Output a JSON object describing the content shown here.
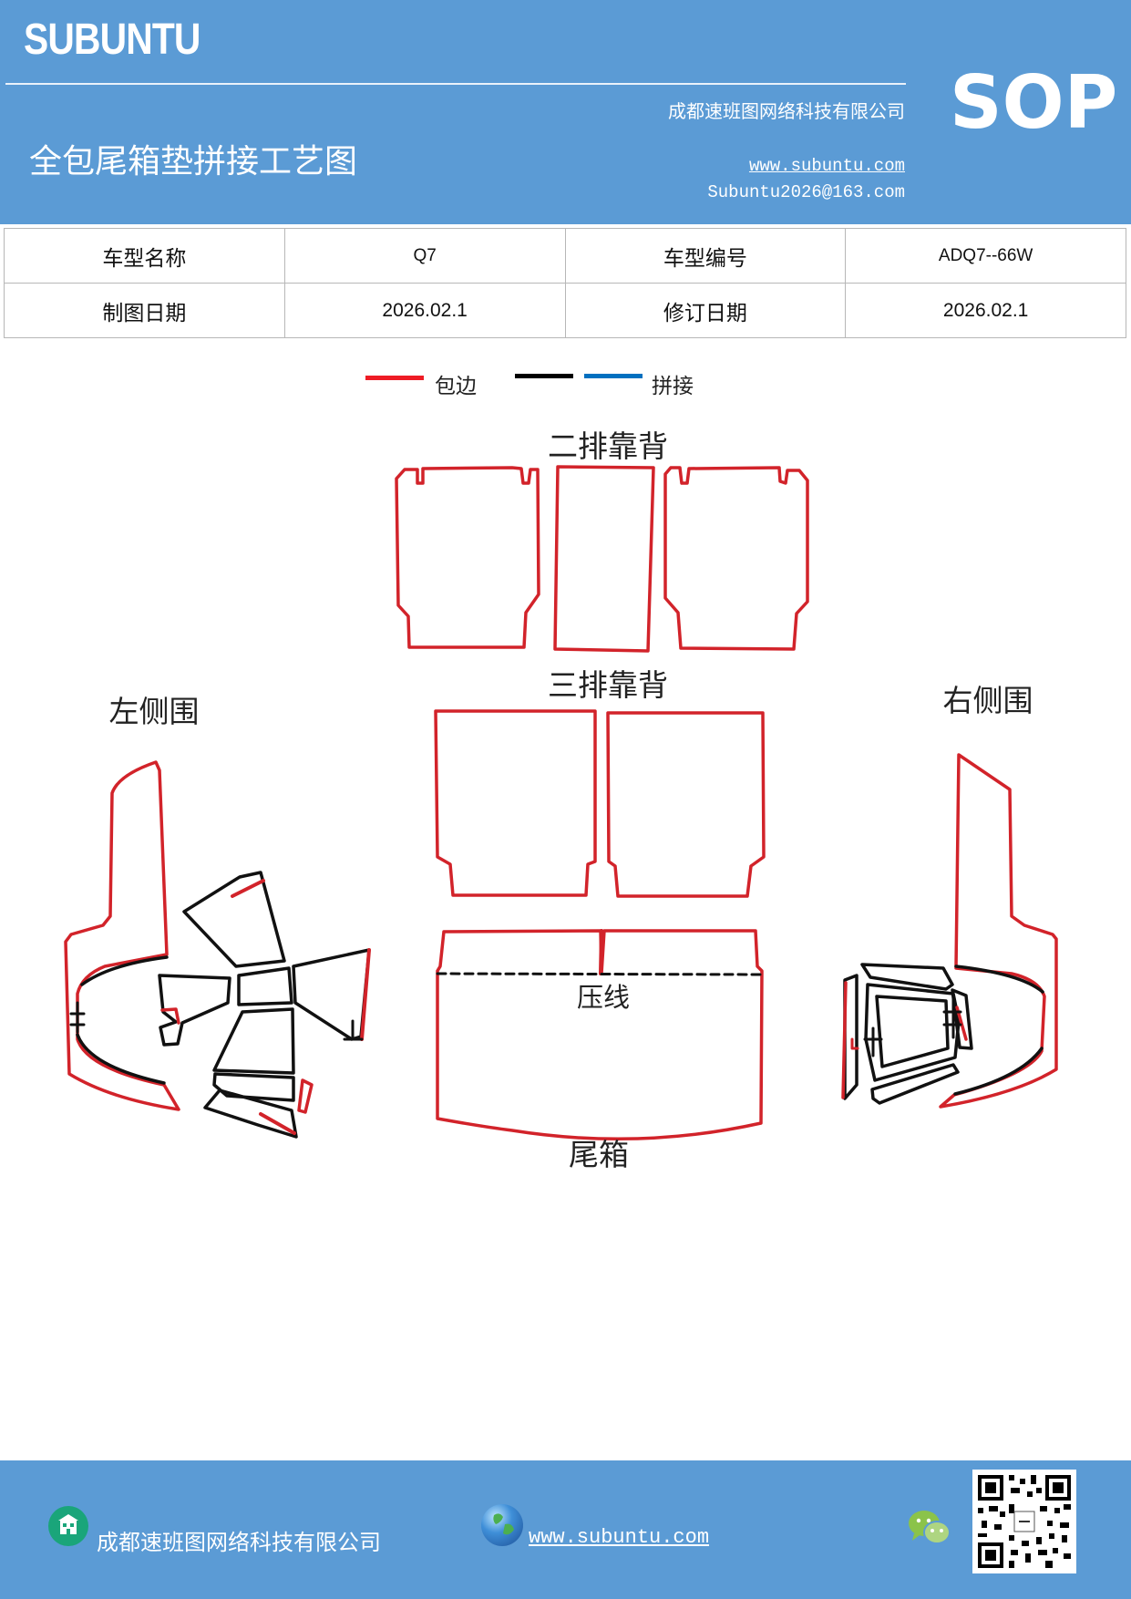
{
  "header": {
    "logo": "SUBUNTU",
    "company": "成都速班图网络科技有限公司",
    "title": "全包尾箱垫拼接工艺图",
    "website": "www.subuntu.com",
    "email": "Subuntu2026@163.com",
    "badge": "SOP"
  },
  "info_table": {
    "row1": {
      "label1": "车型名称",
      "value1": "Q7",
      "label2": "车型编号",
      "value2": "ADQ7--66W"
    },
    "row2": {
      "label1": "制图日期",
      "value1": "2026.02.1",
      "label2": "修订日期",
      "value2": "2026.02.1"
    }
  },
  "legend": {
    "items": [
      {
        "label": "包边",
        "color": "#ee1c25"
      },
      {
        "label": "",
        "color": "#000000"
      },
      {
        "label": "拼接",
        "color": "#0070c0"
      }
    ]
  },
  "diagram": {
    "labels": {
      "second_row_back": "二排靠背",
      "third_row_back": "三排靠背",
      "left_side": "左侧围",
      "right_side": "右侧围",
      "crease": "压线",
      "trunk": "尾箱"
    },
    "colors": {
      "edge": "#d2232a",
      "seam": "#111111"
    }
  },
  "footer": {
    "company": "成都速班图网络科技有限公司",
    "website": "www.subuntu.com",
    "icons": [
      "building-icon",
      "globe-icon",
      "wechat-icon",
      "qr-code"
    ]
  }
}
